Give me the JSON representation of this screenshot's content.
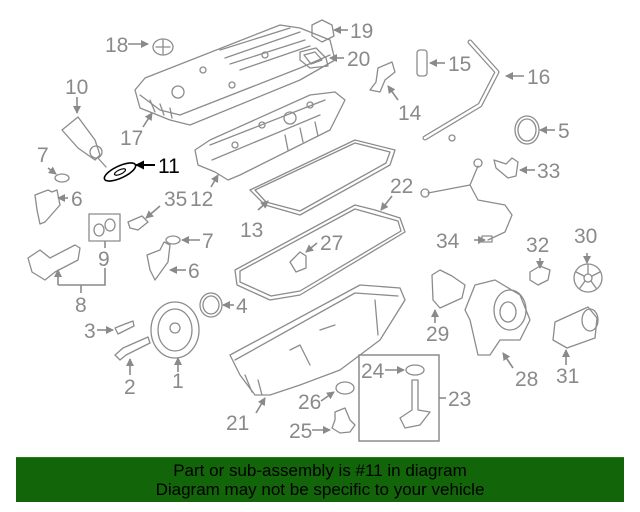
{
  "diagram": {
    "highlight_part": "11",
    "colors": {
      "line": "#8c8c8c",
      "label": "#8a8a8a",
      "highlight": "#000000",
      "banner_bg": "#126509"
    },
    "callouts": {
      "c1": "1",
      "c2": "2",
      "c3": "3",
      "c4": "4",
      "c5": "5",
      "c6a": "6",
      "c6b": "6",
      "c7a": "7",
      "c7b": "7",
      "c8": "8",
      "c9": "9",
      "c10": "10",
      "c11": "11",
      "c12": "12",
      "c13": "13",
      "c14": "14",
      "c15": "15",
      "c16": "16",
      "c17": "17",
      "c18": "18",
      "c19": "19",
      "c20": "20",
      "c21": "21",
      "c22": "22",
      "c23": "23",
      "c24": "24",
      "c25": "25",
      "c26": "26",
      "c27": "27",
      "c28": "28",
      "c29": "29",
      "c30": "30",
      "c31": "31",
      "c32": "32",
      "c33": "33",
      "c34": "34",
      "c35": "35"
    }
  },
  "banner": {
    "line1": "Part or sub-assembly is #11 in diagram",
    "line2": "Diagram may not be specific to your vehicle"
  }
}
